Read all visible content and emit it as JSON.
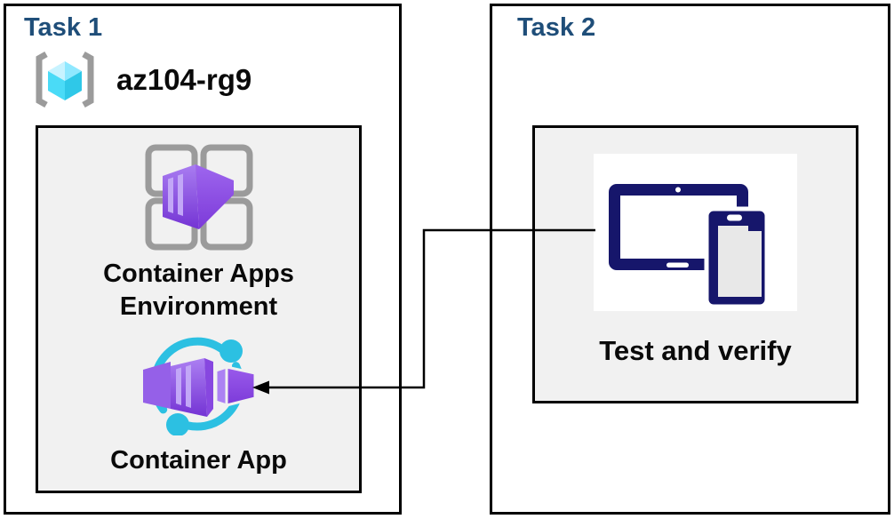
{
  "task1": {
    "title": "Task 1",
    "resource_group_name": "az104-rg9",
    "environment_label_line1": "Container Apps",
    "environment_label_line2": "Environment",
    "container_app_label": "Container App"
  },
  "task2": {
    "title": "Task 2",
    "test_label": "Test and verify"
  },
  "icons": {
    "resource_group": "azure-resource-group-icon",
    "environment": "container-apps-environment-icon",
    "container_app": "container-app-icon",
    "test": "devices-icon",
    "connector": "left-arrow-connector"
  },
  "colors": {
    "task_title": "#1F4E79",
    "box_border": "#000000",
    "panel_bg": "#F1F1F1",
    "label_text": "#0A0A0A",
    "icon_gray": "#9B9B9B",
    "cyan": "#2CC0E2",
    "cube_cyan_pale": "#C8F3FF",
    "cube_cyan_light": "#8FE8FF",
    "cube_cyan_bright": "#4ADBF7",
    "cube_cyan_mid": "#2FC8E8",
    "purple_light": "#A97DF1",
    "purple_dark": "#7433D4",
    "purple_stripe": "#C2A7F7",
    "purple_right": "#8946E0",
    "navy": "#16166B",
    "arrow": "#000000"
  }
}
